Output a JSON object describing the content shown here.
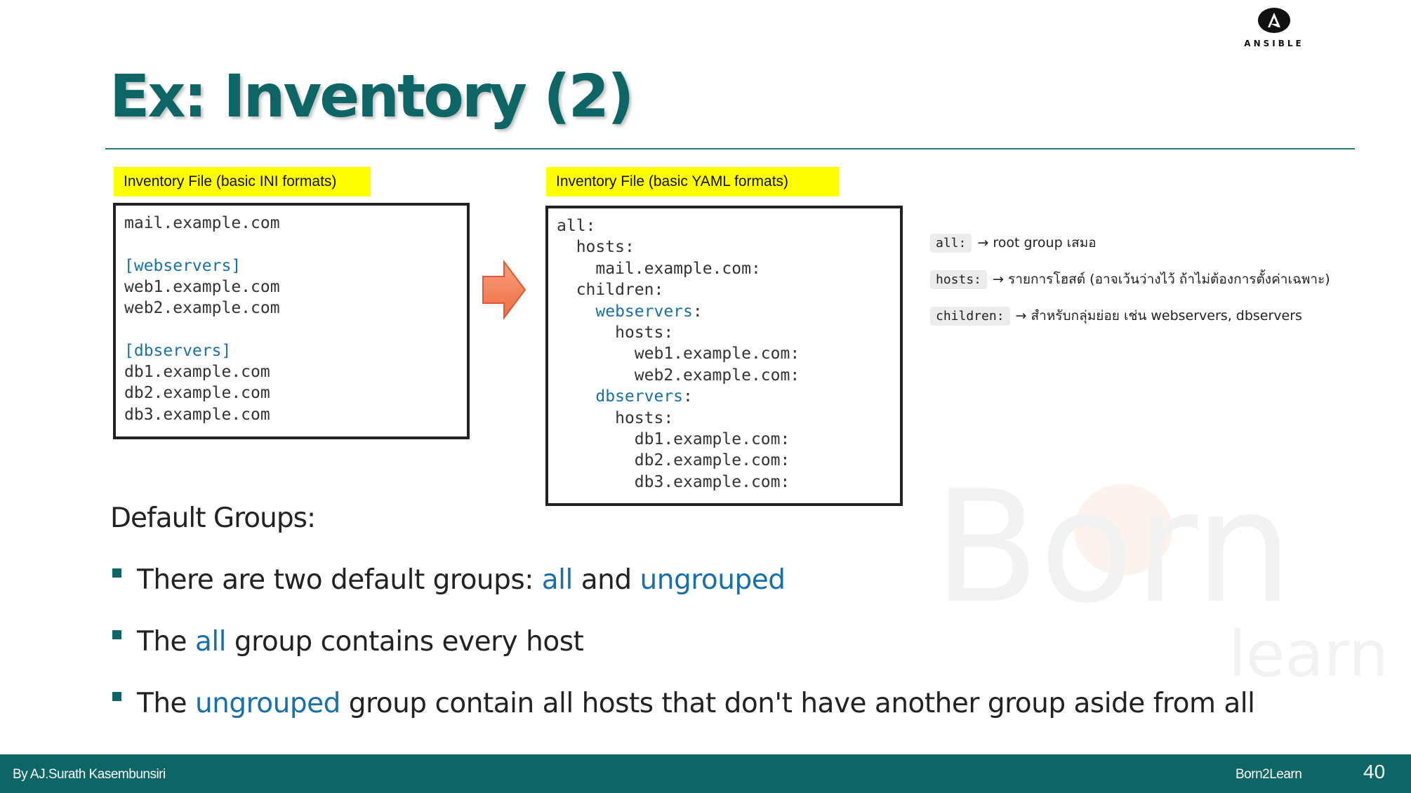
{
  "logo": {
    "text": "ANSIBLE"
  },
  "title": "Ex: Inventory (2)",
  "ini_panel": {
    "label": "Inventory File (basic INI formats)",
    "lines": [
      {
        "text": "mail.example.com",
        "kind": "plain"
      },
      {
        "text": "",
        "kind": "plain"
      },
      {
        "text": "[webservers]",
        "kind": "keyword"
      },
      {
        "text": "web1.example.com",
        "kind": "plain"
      },
      {
        "text": "web2.example.com",
        "kind": "plain"
      },
      {
        "text": "",
        "kind": "plain"
      },
      {
        "text": "[dbservers]",
        "kind": "keyword"
      },
      {
        "text": "db1.example.com",
        "kind": "plain"
      },
      {
        "text": "db2.example.com",
        "kind": "plain"
      },
      {
        "text": "db3.example.com",
        "kind": "plain"
      }
    ]
  },
  "yaml_panel": {
    "label": "Inventory File (basic YAML formats)",
    "lines": [
      {
        "indent": "",
        "key": "all:",
        "kind": "plain"
      },
      {
        "indent": "  ",
        "key": "hosts:",
        "kind": "plain"
      },
      {
        "indent": "    ",
        "key": "mail.example.com:",
        "kind": "plain"
      },
      {
        "indent": "  ",
        "key": "children:",
        "kind": "plain"
      },
      {
        "indent": "    ",
        "key": "webservers",
        "suffix": ":",
        "kind": "keyword"
      },
      {
        "indent": "      ",
        "key": "hosts:",
        "kind": "plain"
      },
      {
        "indent": "        ",
        "key": "web1.example.com:",
        "kind": "plain"
      },
      {
        "indent": "        ",
        "key": "web2.example.com:",
        "kind": "plain"
      },
      {
        "indent": "    ",
        "key": "dbservers",
        "suffix": ":",
        "kind": "keyword"
      },
      {
        "indent": "      ",
        "key": "hosts:",
        "kind": "plain"
      },
      {
        "indent": "        ",
        "key": "db1.example.com:",
        "kind": "plain"
      },
      {
        "indent": "        ",
        "key": "db2.example.com:",
        "kind": "plain"
      },
      {
        "indent": "        ",
        "key": "db3.example.com:",
        "kind": "plain"
      }
    ]
  },
  "arrow": {
    "icon": "right-arrow-icon",
    "color": "#f47a55"
  },
  "notes": [
    {
      "code": "all:",
      "text": "→ root group เสมอ"
    },
    {
      "code": "hosts:",
      "text": "→ รายการโฮสต์ (อาจเว้นว่างไว้ ถ้าไม่ต้องการตั้งค่าเฉพาะ)"
    },
    {
      "code": "children:",
      "text": "→ สำหรับกลุ่มย่อย เช่น webservers, dbservers"
    }
  ],
  "default_groups": {
    "heading": "Default Groups:",
    "bullets": [
      {
        "parts": [
          {
            "text": "There are two default groups: ",
            "hl": false
          },
          {
            "text": "all",
            "hl": true
          },
          {
            "text": " and ",
            "hl": false
          },
          {
            "text": "ungrouped",
            "hl": true
          }
        ]
      },
      {
        "parts": [
          {
            "text": "The ",
            "hl": false
          },
          {
            "text": "all",
            "hl": true
          },
          {
            "text": " group contains every host",
            "hl": false
          }
        ]
      },
      {
        "parts": [
          {
            "text": "The ",
            "hl": false
          },
          {
            "text": "ungrouped",
            "hl": true
          },
          {
            "text": " group contain all hosts that don't have another group aside from all",
            "hl": false
          }
        ]
      }
    ]
  },
  "watermark": {
    "big": "Born",
    "small": "learn"
  },
  "footer": {
    "author": "By AJ.Surath Kasembunsiri",
    "brand": "Born2Learn",
    "page": "40"
  },
  "colors": {
    "teal": "#0e6566",
    "highlight": "#1a70a6",
    "label_bg": "#ffff00"
  }
}
